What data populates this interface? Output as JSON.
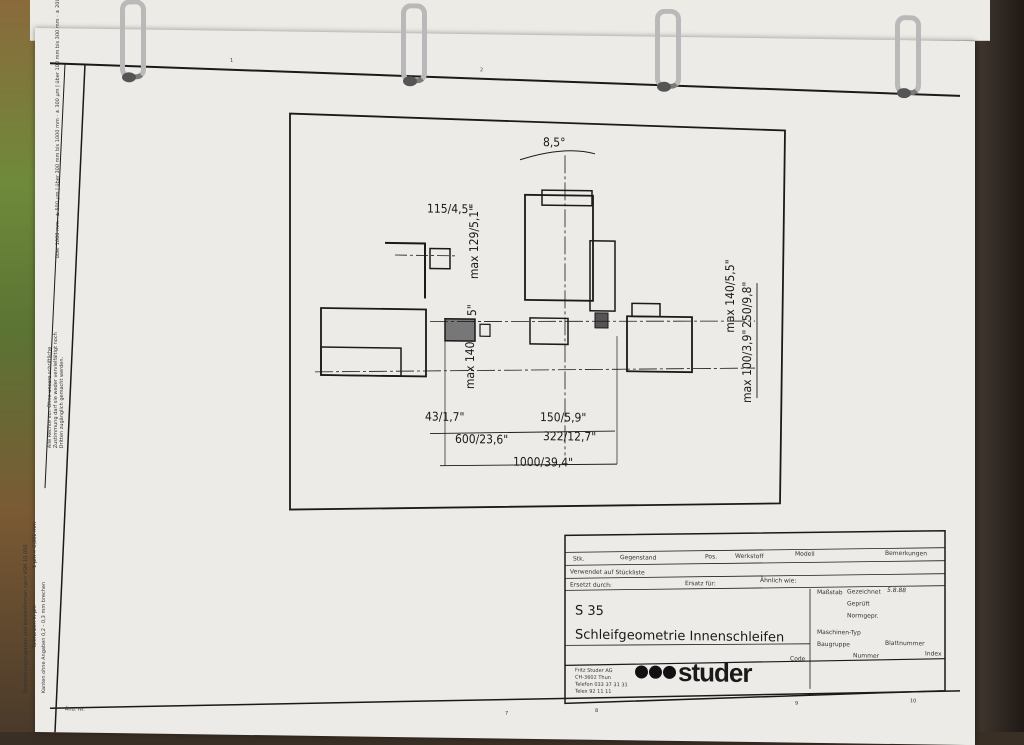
{
  "scene": {
    "description": "Photo of a ring binder page showing a technical drawing",
    "colors": {
      "paper": "#ecebe7",
      "ink": "#1a1a1a",
      "ring": "#b9b9b9",
      "background": "#3a2f25"
    }
  },
  "drawing": {
    "angle_label": "8,5°",
    "dimensions": {
      "d1": "115/4,5\"",
      "d2": "max 129/5,1\"",
      "d3": "5\"",
      "d4": "max 140",
      "d5": "max 140/5,5\"",
      "d6": "250/9,8\"",
      "d7": "max 100/3,9\"",
      "d8": "43/1,7\"",
      "d9": "150/5,9\"",
      "d10": "600/23,6\"",
      "d11": "322/12,7\"",
      "d12": "1000/39,4\""
    }
  },
  "title_block": {
    "header": {
      "stk": "Stk.",
      "gegenstand": "Gegenstand",
      "pos": "Pos.",
      "werkstoff": "Werkstoff",
      "modell": "Modell",
      "bemerkungen": "Bemerkungen"
    },
    "verwendet": "Verwendet auf Stückliste",
    "ersetzt_durch": "Ersetzt durch:",
    "ersatz_fur": "Ersatz für:",
    "ahnlich_wie": "Ähnlich wie:",
    "massstab": "Maßstab",
    "gezeichnet": "Gezeichnet",
    "gezeichnet_value": "5.8.88",
    "gepruft": "Geprüft",
    "normgepr": "Normgepr.",
    "maschinen_typ": "Maschinen-Typ",
    "baugruppe": "Baugruppe",
    "blattnummer": "Blattnummer",
    "code": "Code",
    "nummer": "Nummer",
    "index": "Index",
    "machine": "S 35",
    "title": "Schleifgeometrie  Innenschleifen",
    "company": {
      "name": "Fritz Studer AG",
      "address": "CH-3602 Thun",
      "phone": "Telefon 033 37 31 31",
      "telex": "Telex 92 11 11"
    },
    "logo_text": "studer"
  },
  "left_margin": {
    "tolerance_table": [
      {
        "range": "über 1000 mm",
        "tol": "± 500 µm"
      },
      {
        "range": "über 300 mm bis 1000 mm",
        "tol": "± 300 µm"
      },
      {
        "range": "über 100 mm bis 300 mm",
        "tol": "± 200 µm"
      },
      {
        "range": "über 30 mm bis 100 mm",
        "tol": "± 150 µm"
      },
      {
        "range": "bis 30 mm",
        "tol": "± 100 µm"
      }
    ],
    "notice": "Alle Rechte vor. Ohne unsere schriftliche Zustimmung darf sie weder vervielfältigt noch Dritten zugänglich gemacht werden.",
    "notes": [
      "Bearbeitungszugaben und Kantenformen nach VSM 10 050",
      "Toleranzen in µm",
      "1 µm = 0,001 mm",
      "Kanten ohne Angaben 0,2 - 0,3 mm brechen"
    ],
    "aend_label": "Änd. Nr."
  },
  "grid_refs": {
    "top": [
      "1",
      "2"
    ],
    "bottom": [
      "7",
      "8",
      "9",
      "10"
    ]
  }
}
